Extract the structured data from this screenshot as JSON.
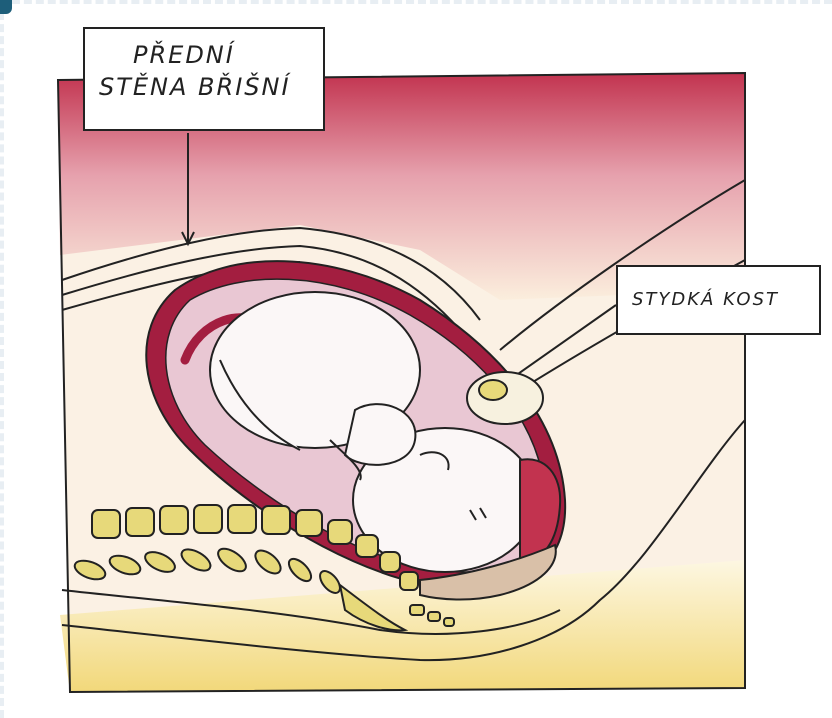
{
  "labels": {
    "abdominal_wall": [
      "PŘEDNÍ",
      "STĚNA BŘIŠNÍ"
    ],
    "pubic_bone": "STYDKÁ KOST"
  },
  "colors": {
    "abdominal_wall": "#c2334f",
    "uterus_wall": "#a31e40",
    "bone": "#e7d97a",
    "fetus": "#fbf7f7",
    "background_tissue": "#fbeedd"
  }
}
